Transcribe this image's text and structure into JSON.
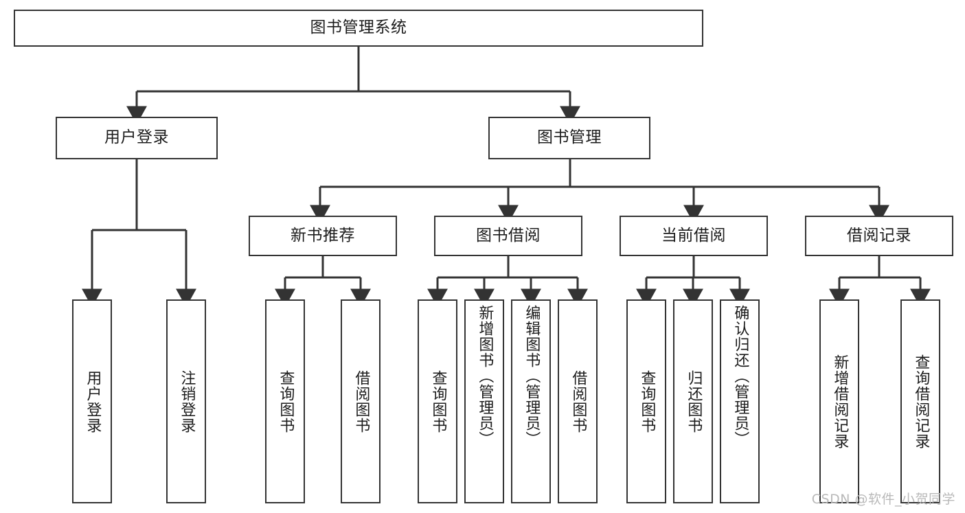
{
  "diagram": {
    "type": "tree-hierarchy",
    "title": "图书管理系统",
    "watermark": "CSDN @软件_小贺同学",
    "colors": {
      "box_border": "#333333",
      "box_fill": "#ffffff",
      "connector": "#333333",
      "text": "#1c1c1c",
      "watermark": "#b9b9b9"
    },
    "levels": {
      "root": {
        "label": "图书管理系统"
      },
      "level2": [
        {
          "id": "user-login",
          "label": "用户登录"
        },
        {
          "id": "book-management",
          "label": "图书管理"
        }
      ],
      "level3": [
        {
          "id": "new-book-recommend",
          "label": "新书推荐",
          "parent": "book-management"
        },
        {
          "id": "book-borrow",
          "label": "图书借阅",
          "parent": "book-management"
        },
        {
          "id": "current-borrow",
          "label": "当前借阅",
          "parent": "book-management"
        },
        {
          "id": "borrow-record",
          "label": "借阅记录",
          "parent": "book-management"
        }
      ],
      "leaves": {
        "user-login": [
          {
            "id": "leaf-user-login",
            "label": "用户登录"
          },
          {
            "id": "leaf-user-logout",
            "label": "注销登录"
          }
        ],
        "new-book-recommend": [
          {
            "id": "leaf-query-book-1",
            "label": "查询图书"
          },
          {
            "id": "leaf-borrow-book-1",
            "label": "借阅图书"
          }
        ],
        "book-borrow": [
          {
            "id": "leaf-query-book-2",
            "label": "查询图书"
          },
          {
            "id": "leaf-add-book",
            "label": "新增图书（管理员）"
          },
          {
            "id": "leaf-edit-book",
            "label": "编辑图书（管理员）"
          },
          {
            "id": "leaf-borrow-book-2",
            "label": "借阅图书"
          }
        ],
        "current-borrow": [
          {
            "id": "leaf-query-book-3",
            "label": "查询图书"
          },
          {
            "id": "leaf-return-book",
            "label": "归还图书"
          },
          {
            "id": "leaf-confirm-return",
            "label": "确认归还（管理员）"
          }
        ],
        "borrow-record": [
          {
            "id": "leaf-add-record",
            "label": "新增借阅记录"
          },
          {
            "id": "leaf-query-record",
            "label": "查询借阅记录"
          }
        ]
      }
    }
  }
}
